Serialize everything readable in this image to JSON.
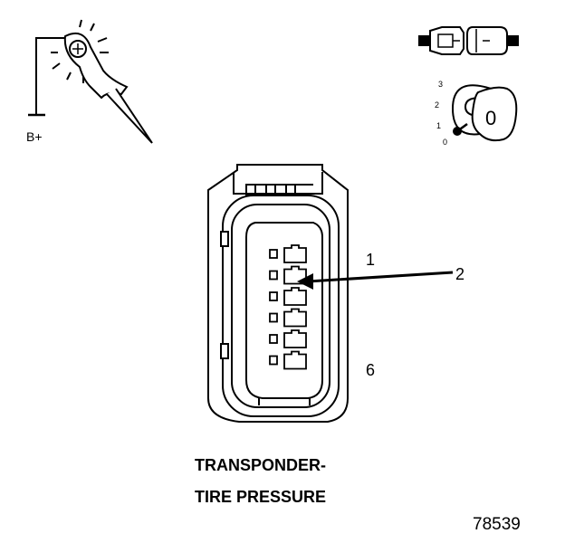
{
  "probe": {
    "label": "B+"
  },
  "ignition_switch": {
    "positions": [
      "3",
      "2",
      "1",
      "0"
    ],
    "key_label": "0"
  },
  "connector": {
    "pin_first_label": "1",
    "pin_last_label": "6",
    "callout_label": "2",
    "pin_count": 6
  },
  "caption": {
    "line1": "TRANSPONDER-",
    "line2": "TIRE PRESSURE"
  },
  "figure_number": "78539",
  "colors": {
    "ink": "#000000",
    "background": "#ffffff"
  }
}
